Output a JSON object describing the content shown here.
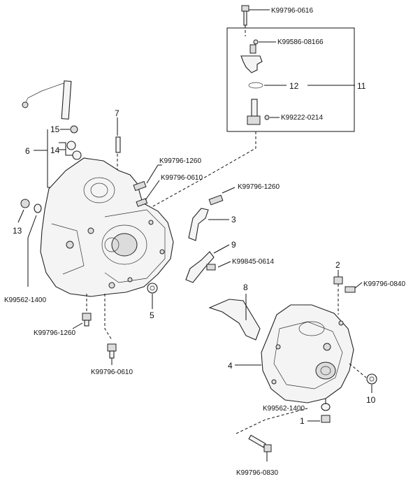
{
  "part_codes": {
    "top_bolt": "K99796-0616",
    "sensor_nut": "K99586-08166",
    "gear_screw": "K99222-0214",
    "bolt_1260_upper": "K99796-1260",
    "bolt_0610_upper": "K99796-0610",
    "bolt_1260_right": "K99796-1260",
    "bolt_0614": "K99845-0614",
    "bolt_0840": "K99796-0840",
    "washer_1400_left": "K99562-1400",
    "bolt_1260_lower": "K99796-1260",
    "bolt_0610_lower": "K99796-0610",
    "washer_1400_right": "K99562-1400",
    "bolt_0830": "K99796-0830"
  },
  "callouts": {
    "n1": "1",
    "n2": "2",
    "n3": "3",
    "n4": "4",
    "n5": "5",
    "n6": "6",
    "n7": "7",
    "n8": "8",
    "n9": "9",
    "n10": "10",
    "n11": "11",
    "n12": "12",
    "n13": "13",
    "n14": "14",
    "n15": "15"
  }
}
